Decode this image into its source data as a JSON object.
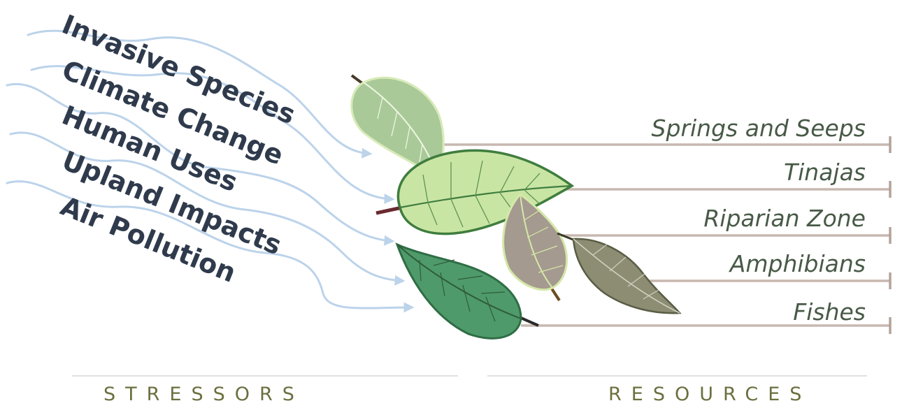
{
  "stressors": {
    "items": [
      {
        "label": "Invasive Species"
      },
      {
        "label": "Climate Change"
      },
      {
        "label": "Human Uses"
      },
      {
        "label": "Upland Impacts"
      },
      {
        "label": "Air Pollution"
      }
    ],
    "section_label": "STRESSORS"
  },
  "resources": {
    "items": [
      {
        "label": "Springs and Seeps"
      },
      {
        "label": "Tinajas"
      },
      {
        "label": "Riparian Zone"
      },
      {
        "label": "Amphibians"
      },
      {
        "label": "Fishes"
      }
    ],
    "section_label": "RESOURCES"
  },
  "colors": {
    "stressor_text": "#2f3b4c",
    "resource_text": "#485a47",
    "wind_arrows": "#bcd3ea",
    "resource_lines": "#c8b8b0",
    "section_label": "#6b6f3e",
    "leaf_light_green": "#c9e5a4",
    "leaf_sage": "#a9c999",
    "leaf_mauve": "#a59a8f",
    "leaf_olive": "#8c8d73",
    "leaf_dark_green": "#4e9a6b"
  },
  "icons": [
    "wind-arrow-icon",
    "leaf-icon"
  ]
}
